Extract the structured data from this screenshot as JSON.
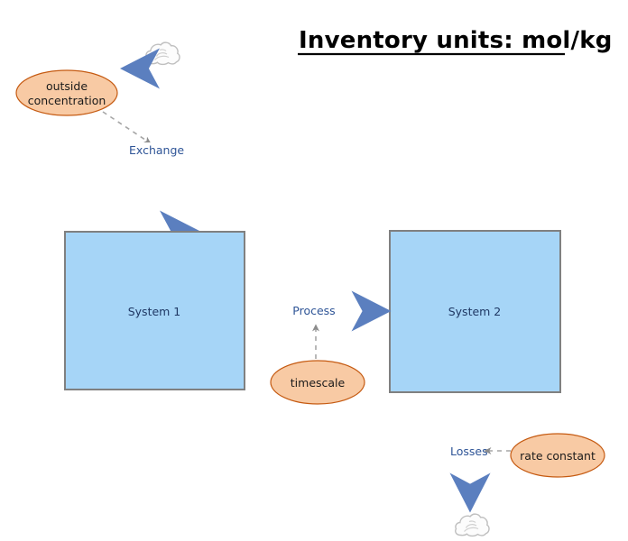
{
  "diagram": {
    "title": "Inventory units: mol/kg",
    "title_underlined": true,
    "colors": {
      "box_fill": "#a6d5f7",
      "box_stroke": "#808080",
      "ellipse_fill": "#f8caa4",
      "ellipse_stroke": "#c55a11",
      "arrow": "#5b7fbf",
      "flow_label_text": "#2f5597",
      "box_label_text": "#1f3864",
      "dashed_connector": "#a6a6a6",
      "cloud_fill": "#fcfcfc",
      "cloud_stroke": "#bfbfbf",
      "background": "#ffffff"
    },
    "boxes": [
      {
        "id": "system-1",
        "label": "System 1"
      },
      {
        "id": "system-2",
        "label": "System 2"
      }
    ],
    "ellipses": [
      {
        "id": "outside-concentration",
        "label_line1": "outside",
        "label_line2": "concentration"
      },
      {
        "id": "timescale",
        "label": "timescale"
      },
      {
        "id": "rate-constant",
        "label": "rate constant"
      }
    ],
    "flows": [
      {
        "id": "exchange",
        "label": "Exchange",
        "arrow": "double",
        "orientation": "vertical"
      },
      {
        "id": "process",
        "label": "Process",
        "arrow": "single",
        "orientation": "horizontal"
      },
      {
        "id": "losses",
        "label": "Losses",
        "arrow": "single",
        "orientation": "vertical"
      }
    ],
    "clouds": [
      {
        "id": "cloud-top",
        "name": "cloud-icon"
      },
      {
        "id": "cloud-bottom",
        "name": "cloud-icon"
      }
    ]
  }
}
